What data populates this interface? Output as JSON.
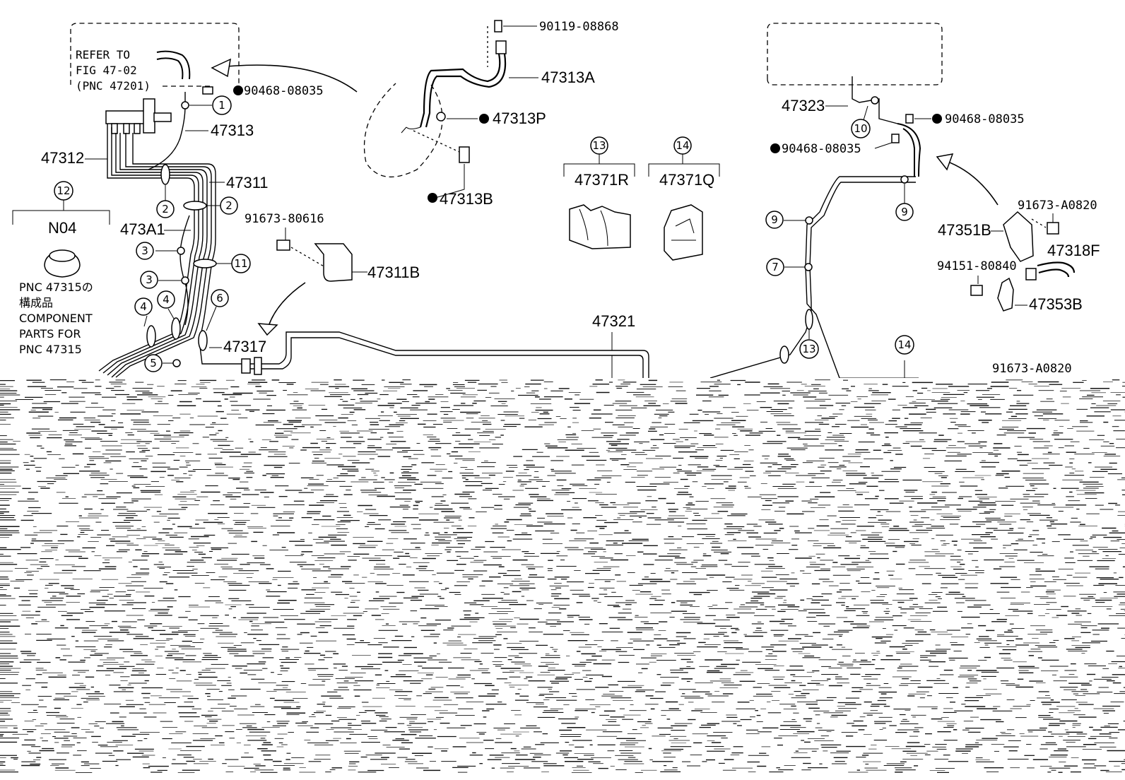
{
  "refer_note": {
    "line1": "REFER TO",
    "line2": "FIG 47-02",
    "line3": "(PNC 47201)"
  },
  "component_note": {
    "line1": "PNC 47315の",
    "line2": "構成品",
    "line3": "COMPONENT",
    "line4": "PARTS FOR",
    "line5": "PNC 47315"
  },
  "bracket_labels": {
    "b12_code": "N04",
    "b13_part": "47371R",
    "b14_part": "47371Q"
  },
  "part_numbers": {
    "p90468_left": "90468-08035",
    "p47313": "47313",
    "p47312": "47312",
    "p47311": "47311",
    "p473A1": "473A1",
    "p90119": "90119-08868",
    "p47313A": "47313A",
    "p47313P": "47313P",
    "p47313B": "47313B",
    "p91673_80616": "91673-80616",
    "p47311B": "47311B",
    "p47317": "47317",
    "p47321": "47321",
    "p47323": "47323",
    "p90468_right_top": "90468-08035",
    "p90468_right_mid": "90468-08035",
    "p91673_A0820_top": "91673-A0820",
    "p47351B": "47351B",
    "p47318F": "47318F",
    "p94151": "94151-80840",
    "p47353B": "47353B",
    "p91673_A0820_bottom": "91673-A0820"
  },
  "reference_numbers": {
    "r1": "1",
    "r2a": "2",
    "r2b": "2",
    "r3a": "3",
    "r3b": "3",
    "r4a": "4",
    "r4b": "4",
    "r5": "5",
    "r6": "6",
    "r7": "7",
    "r9a": "9",
    "r9b": "9",
    "r10": "10",
    "r11": "11",
    "r12": "12",
    "r13a": "13",
    "r13b": "13",
    "r14a": "14",
    "r14b": "14"
  },
  "colors": {
    "line": "#000000",
    "background": "#ffffff",
    "noise": "#111111"
  }
}
